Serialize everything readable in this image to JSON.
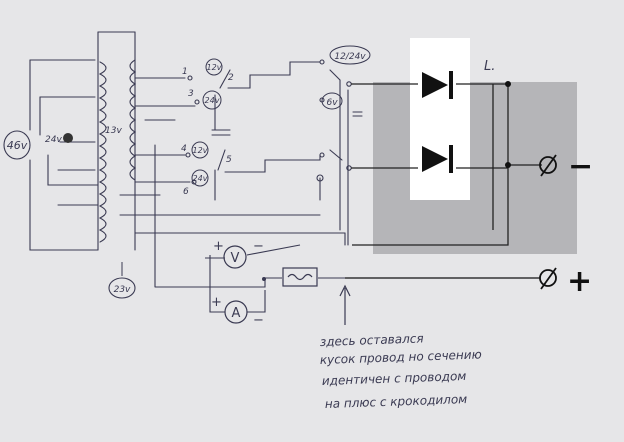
{
  "transformer": {
    "input_voltage": "46v",
    "tap_labels": [
      "24v",
      "13v",
      "23v"
    ],
    "switch_labels": [
      "12v",
      "24v",
      "12v",
      "24v"
    ],
    "switch_terminal_numbers": [
      "1",
      "2",
      "3",
      "4",
      "5",
      "6"
    ]
  },
  "output_switch": {
    "labels": [
      "12/24v",
      "6v"
    ]
  },
  "rectifier": {
    "node_label": "L."
  },
  "meters": {
    "voltmeter": "V",
    "ammeter": "A",
    "voltmeter_plus": "+",
    "voltmeter_minus": "−",
    "ammeter_plus": "+",
    "ammeter_minus": "−"
  },
  "terminals": {
    "negative_symbol": "−",
    "positive_symbol": "+"
  },
  "note": {
    "lines": [
      "здесь оставался",
      "кусок провод но сечению",
      "идентичен с проводом",
      "на плюс с крокодилом"
    ]
  },
  "colors": {
    "ink": "#3a3a52",
    "paper": "#e6e6e8",
    "overlay": "#b5b5b8",
    "highlight": "#ffffff",
    "component": "#111111"
  }
}
